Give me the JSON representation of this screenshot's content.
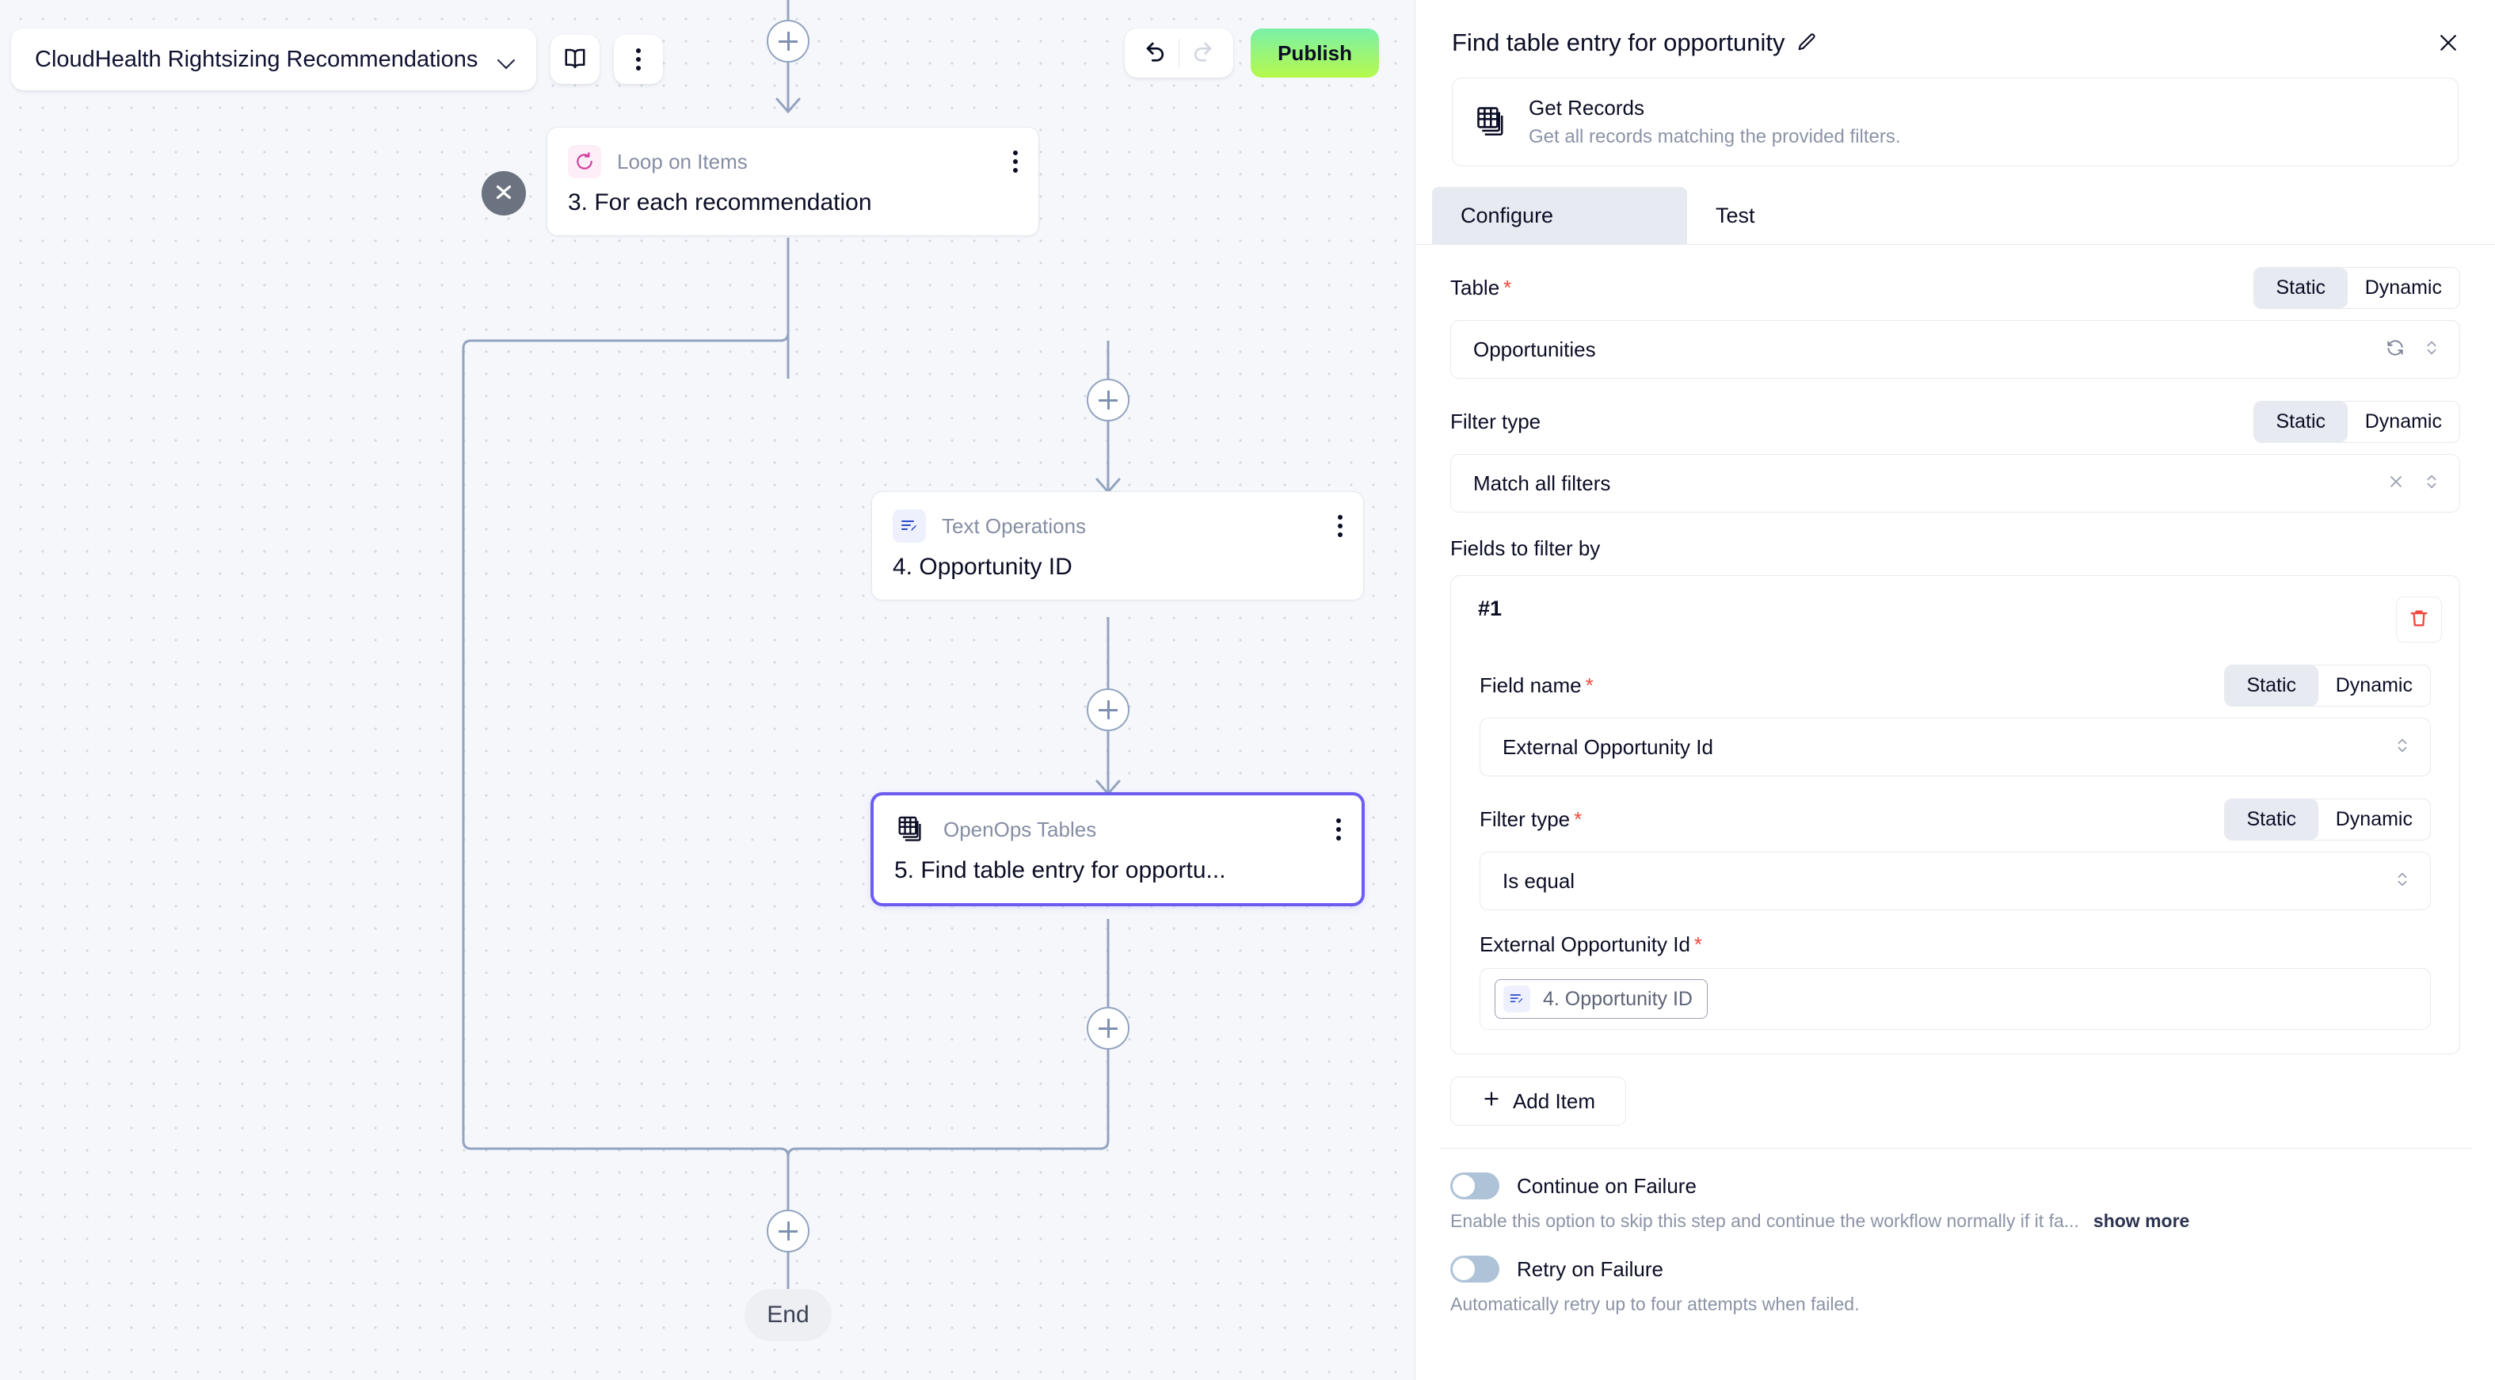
{
  "canvas": {
    "flow_name": "CloudHealth Rightsizing Recommendations",
    "icons": {
      "chevron_down": "chevron-down-icon",
      "book": "book-icon",
      "kebab": "more-vertical-icon",
      "undo": "undo-icon",
      "redo": "redo-icon"
    },
    "publish_label": "Publish",
    "end_label": "End",
    "nodes": [
      {
        "id": "loop",
        "kind": "Loop on Items",
        "title": "3. For each recommendation",
        "icon": "loop-icon"
      },
      {
        "id": "text",
        "kind": "Text Operations",
        "title": "4. Opportunity ID",
        "icon": "text-operations-icon"
      },
      {
        "id": "find",
        "kind": "OpenOps Tables",
        "title": "5. Find table entry for opportu...",
        "icon": "tables-icon",
        "selected": true
      }
    ]
  },
  "panel": {
    "title": "Find table entry for opportunity",
    "edit_icon": "pencil-icon",
    "close_icon": "close-icon",
    "action": {
      "icon": "tables-icon",
      "name": "Get Records",
      "description": "Get all records matching the provided filters."
    },
    "tabs": [
      {
        "label": "Configure",
        "active": true
      },
      {
        "label": "Test",
        "active": false
      }
    ],
    "segmented": {
      "static": "Static",
      "dynamic": "Dynamic"
    },
    "fields": {
      "table": {
        "label": "Table",
        "required": true,
        "value": "Opportunities",
        "mode": "Static",
        "icons": [
          "refresh-icon",
          "chevrons-up-down-icon"
        ]
      },
      "filter_type": {
        "label": "Filter type",
        "required": false,
        "value": "Match all filters",
        "mode": "Static",
        "icons": [
          "clear-x-icon",
          "chevrons-up-down-icon"
        ]
      },
      "fields_to_filter_by": {
        "label": "Fields to filter by"
      }
    },
    "filter_items": [
      {
        "number": "#1",
        "delete_icon": "trash-icon",
        "field_name": {
          "label": "Field name",
          "required": true,
          "value": "External Opportunity Id",
          "mode": "Static"
        },
        "filter_type": {
          "label": "Filter type",
          "required": true,
          "value": "Is equal",
          "mode": "Static"
        },
        "value_field": {
          "label": "External Opportunity Id",
          "required": true,
          "chip": {
            "text": "4. Opportunity ID",
            "icon": "text-operations-icon"
          }
        }
      }
    ],
    "add_item_label": "Add Item",
    "toggles": [
      {
        "label": "Continue on Failure",
        "on": false,
        "help": "Enable this option to skip this step and continue the workflow normally if it fa...",
        "show_more": "show more"
      },
      {
        "label": "Retry on Failure",
        "on": false,
        "help": "Automatically retry up to four attempts when failed.",
        "show_more": ""
      }
    ]
  },
  "colors": {
    "accent_selected": "#6d5cf0",
    "publish_gradient_from": "#7af0a8",
    "publish_gradient_to": "#b6f94b",
    "required_star": "#f0483e",
    "canvas_bg": "#f5f7fb",
    "wire": "#93a4c0"
  }
}
